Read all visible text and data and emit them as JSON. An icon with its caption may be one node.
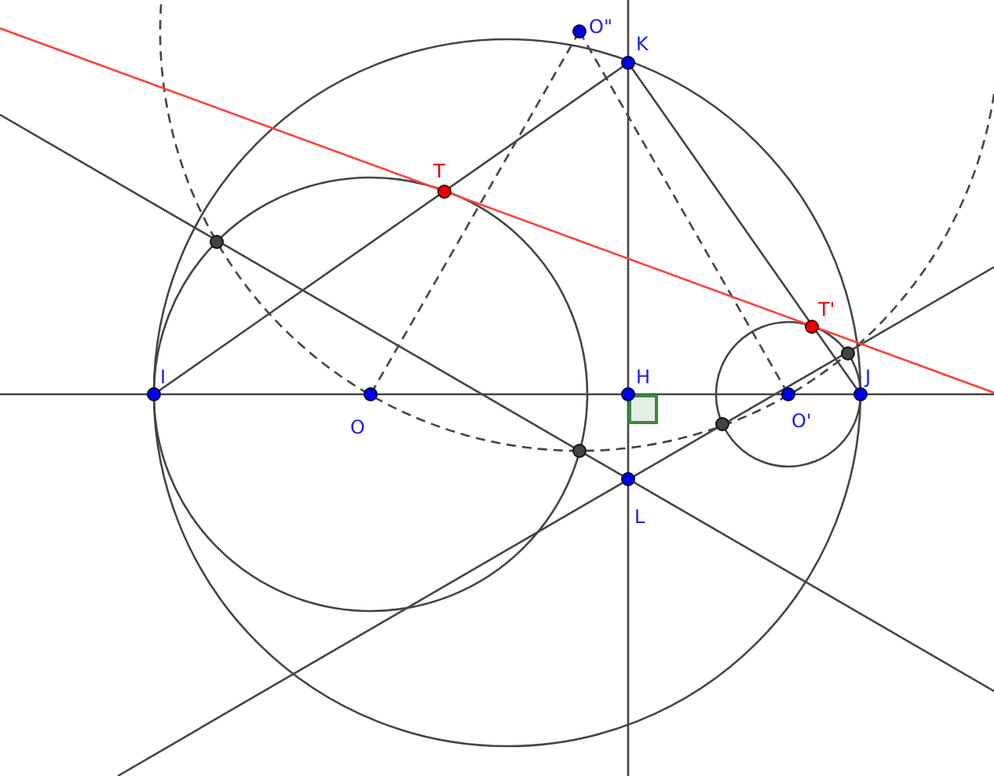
{
  "diagram": {
    "labels": [
      "O\"",
      "K",
      "T",
      "T'",
      "I",
      "O",
      "H",
      "O'",
      "J",
      "L"
    ]
  }
}
